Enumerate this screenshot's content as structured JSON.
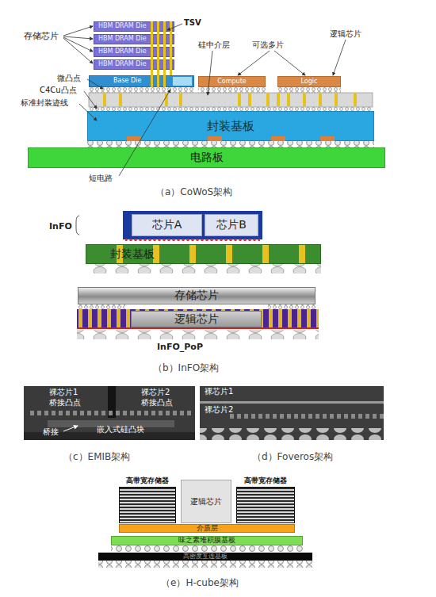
{
  "diagram": {
    "caption": "（e）H-cube架构",
    "nodes": [
      {
        "text": [
          "HBM DRAM Die"
        ]
      },
      {
        "text": [
          "HBM DRAM Die"
        ]
      },
      {
        "text": [
          "HBM DRAM Die"
        ]
      },
      {
        "text": [
          "HBM DRAM Die"
        ]
      },
      {
        "text": [
          "Base Die"
        ]
      },
      {
        "text": [
          "Compute"
        ]
      },
      {
        "text": [
          "Logic"
        ]
      },
      {
        "text": [
          "封装基板"
        ]
      },
      {
        "text": [
          "电路板"
        ]
      },
      {
        "text": [
          "芯片A"
        ]
      },
      {
        "text": [
          "芯片B"
        ]
      },
      {
        "text": [
          "封装基板"
        ]
      },
      {
        "text": [
          "存储芯片"
        ]
      },
      {
        "text": [
          "逻辑芯片"
        ]
      },
      {
        "text": [
          "高带宽存储器"
        ]
      },
      {
        "text": [
          "逻辑芯片"
        ]
      },
      {
        "text": [
          "高带宽存储器"
        ]
      },
      {
        "text": [
          "介质层"
        ]
      },
      {
        "text": [
          "味之素堆积膜基板"
        ]
      },
      {
        "text": [
          "高密度互连基板"
        ]
      }
    ],
    "labels": [
      "存储芯片",
      "TSV",
      "硅中介层",
      "可选多片",
      "逻辑芯片",
      "微凸点",
      "C4Cu凸点",
      "标准封装迹线",
      "短电路",
      "（a）CoWoS架构",
      "InFO",
      "InFO_PoP",
      "（b）InFO架构",
      "裸芯片1",
      "桥接凸点",
      "裸芯片2",
      "桥接凸点",
      "桥接",
      "嵌入式硅凸块",
      "（c）EMIB架构",
      "裸芯片1",
      "裸芯片2",
      "（d）Foveros架构"
    ]
  }
}
